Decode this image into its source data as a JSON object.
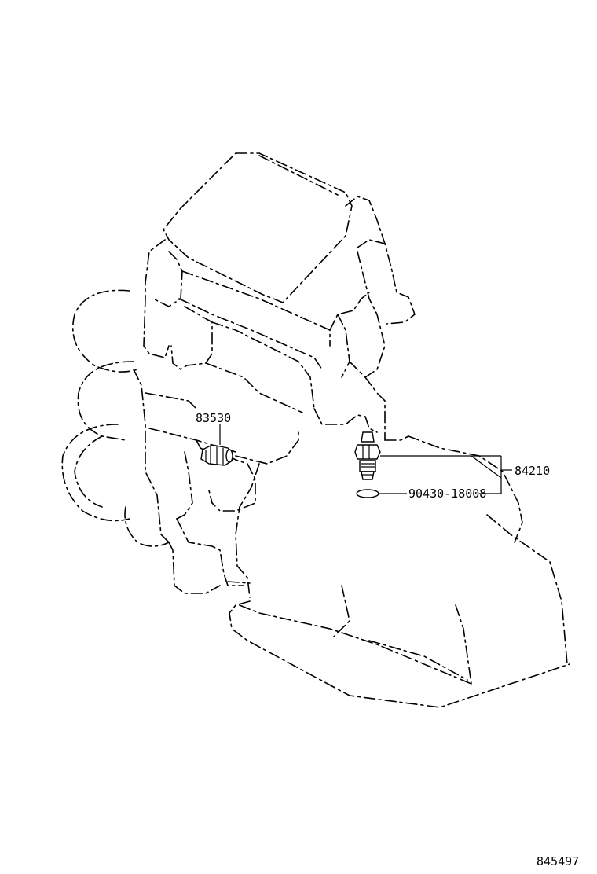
{
  "labels": {
    "part_83530": "83530",
    "part_84210": "84210",
    "part_90430": "90430-18008",
    "diagram_id": "845497"
  }
}
